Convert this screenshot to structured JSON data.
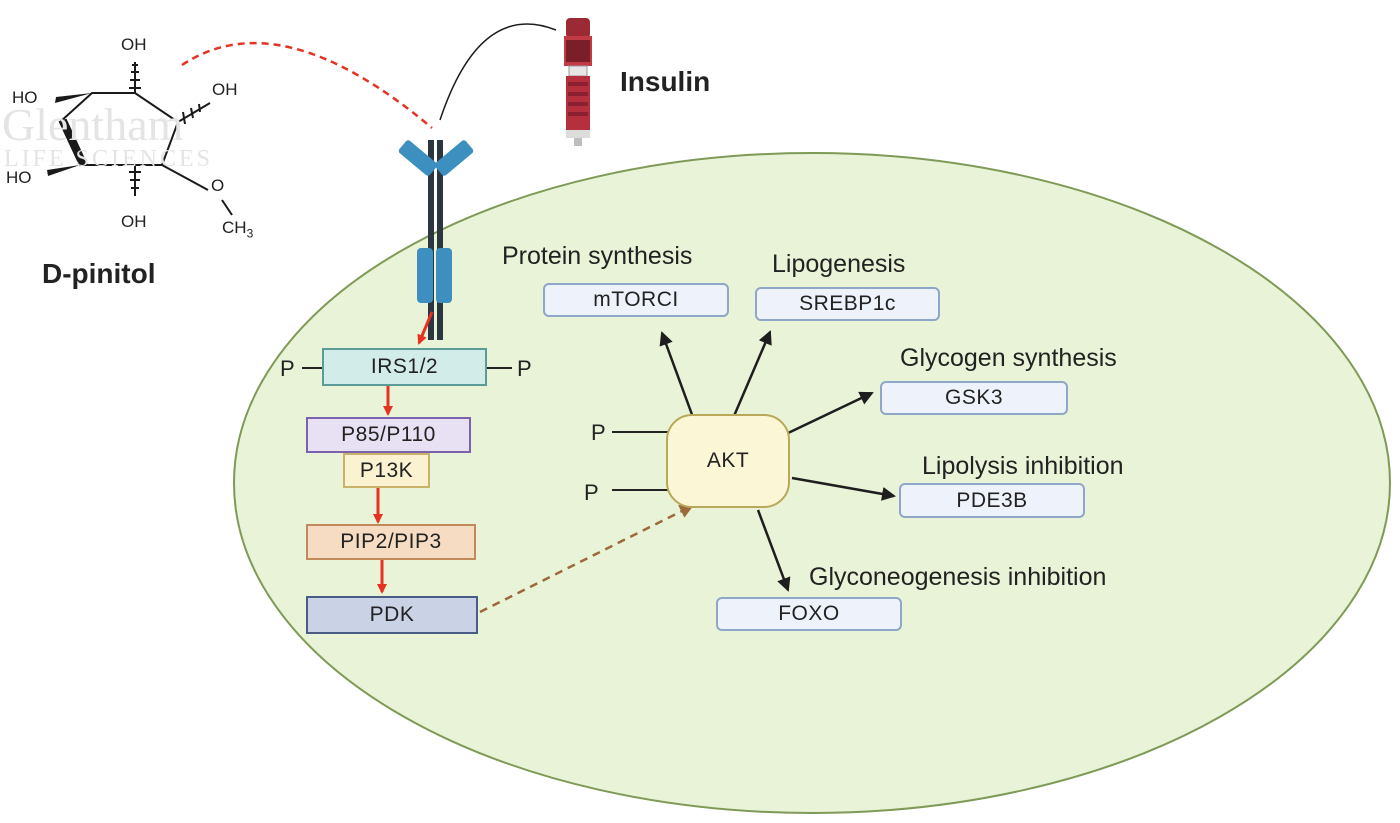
{
  "diagram": {
    "molecule": {
      "name": "D-pinitol",
      "groups": [
        "OH",
        "HO",
        "OH",
        "HO",
        "O",
        "CH",
        "3",
        "OH"
      ],
      "watermark": {
        "line1": "Glentham",
        "line2": "LIFE SCIENCES"
      }
    },
    "ligand": {
      "name": "Insulin"
    },
    "signaling": {
      "irs": "IRS1/2",
      "p85": "P85/P110",
      "pi3k": "P13K",
      "pip": "PIP2/PIP3",
      "pdk": "PDK",
      "akt": "AKT",
      "phospho": "P"
    },
    "outputs": [
      {
        "process": "Protein synthesis",
        "target": "mTORCI"
      },
      {
        "process": "Lipogenesis",
        "target": "SREBP1c"
      },
      {
        "process": "Glycogen synthesis",
        "target": "GSK3"
      },
      {
        "process": "Lipolysis inhibition",
        "target": "PDE3B"
      },
      {
        "process": "Glyconeogenesis inhibition",
        "target": "FOXO"
      }
    ],
    "colors": {
      "cell_fill": "#e9f3d7",
      "cell_border": "#7e9a56",
      "red_arrow": "#e53222",
      "receptor": "#3d8fbf",
      "akt_fill": "#fbf6d6"
    }
  }
}
